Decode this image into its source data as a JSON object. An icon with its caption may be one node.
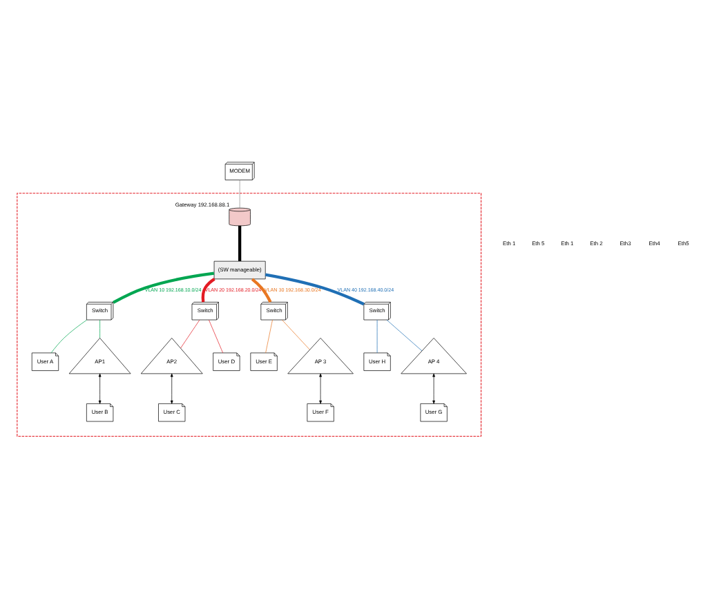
{
  "diagram": {
    "nodes": [
      {
        "text": [
          "MODEM"
        ]
      },
      {
        "text": [],
        "shape": "box"
      },
      {
        "text": [],
        "shape": "cylinder",
        "in": 1,
        "beside": [
          "Gateway 192.168.88.1"
        ]
      },
      {
        "text": [
          "(SW manageable)"
        ],
        "in": 1
      },
      {
        "text": [
          "Switch"
        ],
        "in": 1
      },
      {
        "text": [
          "User A"
        ],
        "in": 1
      },
      {
        "text": [
          "AP1"
        ],
        "in": 1
      },
      {
        "text": [
          "User B"
        ],
        "in": 1
      },
      {
        "text": [
          "Switch"
        ],
        "in": 1
      },
      {
        "text": [
          "AP2"
        ],
        "in": 1
      },
      {
        "text": [
          "User C"
        ],
        "in": 1
      },
      {
        "text": [
          "User D"
        ],
        "in": 1
      },
      {
        "text": [
          "Switch"
        ],
        "in": 1
      },
      {
        "text": [
          "User E"
        ],
        "in": 1
      },
      {
        "text": [
          "AP 3"
        ],
        "in": 1
      },
      {
        "text": [
          "User F"
        ],
        "in": 1
      },
      {
        "text": [
          "Switch"
        ],
        "in": 1
      },
      {
        "text": [
          "User H"
        ],
        "in": 1
      },
      {
        "text": [
          "AP 4"
        ],
        "in": 1
      },
      {
        "text": [
          "User G"
        ],
        "in": 1
      }
    ],
    "edges": [
      {
        "from": 0,
        "to": 2,
        "arrow": "none",
        "color": "#8c8c8c"
      },
      {
        "from": 2,
        "to": 3,
        "arrow": "none",
        "style": "thick"
      },
      {
        "from": 3,
        "to": 4,
        "arrow": "none",
        "label": "VLAN 10 192.168.10.0/24",
        "style": "thick",
        "color": "#00a651"
      },
      {
        "from": 4,
        "to": 5,
        "arrow": "none",
        "color": "#00a651"
      },
      {
        "from": 4,
        "to": 6,
        "arrow": "none",
        "color": "#00a651"
      },
      {
        "from": 6,
        "to": 7,
        "arrow": "both"
      },
      {
        "from": 3,
        "to": 8,
        "arrow": "none",
        "label": "VLAN 20 192.168.20.0/24",
        "style": "thick",
        "color": "#e31b23"
      },
      {
        "from": 8,
        "to": 9,
        "arrow": "none",
        "color": "#e31b23"
      },
      {
        "from": 8,
        "to": 11,
        "arrow": "none",
        "color": "#e31b23"
      },
      {
        "from": 9,
        "to": 10,
        "arrow": "both"
      },
      {
        "from": 3,
        "to": 12,
        "arrow": "none",
        "label": "VLAN 30 192.168.30.0/24",
        "style": "thick",
        "color": "#e87722"
      },
      {
        "from": 12,
        "to": 13,
        "arrow": "none",
        "color": "#e87722"
      },
      {
        "from": 12,
        "to": 14,
        "arrow": "none",
        "color": "#e87722"
      },
      {
        "from": 14,
        "to": 15,
        "arrow": "both"
      },
      {
        "from": 3,
        "to": 16,
        "arrow": "none",
        "label": "VLAN 40 192.168.40.0/24",
        "style": "thick",
        "color": "#1f6fb5"
      },
      {
        "from": 16,
        "to": 17,
        "arrow": "none",
        "color": "#1f6fb5"
      },
      {
        "from": 16,
        "to": 18,
        "arrow": "none",
        "color": "#1f6fb5"
      },
      {
        "from": 18,
        "to": 19,
        "arrow": "both"
      }
    ],
    "labels": [
      "Eth 1",
      "Eth 5",
      "Eth 1",
      "Eth 2",
      "Eth3",
      "Eth4",
      "Eth5"
    ]
  }
}
